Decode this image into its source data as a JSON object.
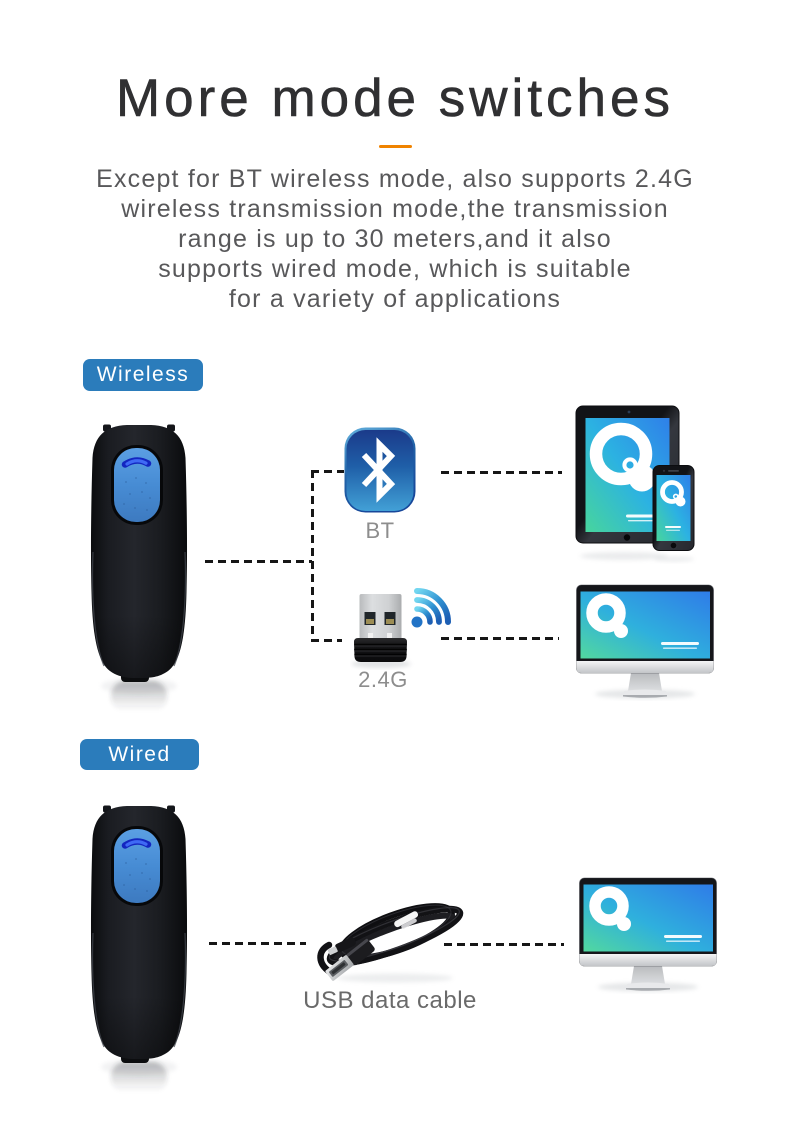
{
  "page": {
    "background": "#ffffff"
  },
  "header": {
    "title": "More mode switches",
    "title_color": "#303032",
    "divider_color": "#f08300",
    "description_color": "#58585a",
    "description_lines": [
      "Except for BT wireless mode, also supports 2.4G",
      "wireless transmission mode,the transmission",
      "range is up to 30 meters,and it also",
      "supports wired mode, which is suitable",
      "for a variety of applications"
    ]
  },
  "wireless_section": {
    "badge": {
      "label": "Wireless",
      "background": "#2b7cbb",
      "text_color": "#ffffff"
    },
    "bt_label": "BT",
    "dongle_label": "2.4G",
    "label_color": "#8d8d8d",
    "connections": [
      {
        "from": "scanner",
        "via": "BT",
        "to": "tablet-and-phone"
      },
      {
        "from": "scanner",
        "via": "2.4G",
        "to": "monitor"
      }
    ]
  },
  "wired_section": {
    "badge": {
      "label": "Wired",
      "background": "#2b7cbb",
      "text_color": "#ffffff"
    },
    "cable_label": "USB data cable",
    "cable_label_color": "#686868",
    "connections": [
      {
        "from": "scanner",
        "via": "USB data cable",
        "to": "monitor"
      }
    ]
  },
  "style": {
    "dash_color": "#161616",
    "scanner_button_color": "#4a90d9",
    "bt_icon_gradient": [
      "#1c3c8c",
      "#3c97d0"
    ],
    "screen_gradient": [
      "#4ed7a0",
      "#2bb0e4",
      "#2f7fe9"
    ]
  }
}
